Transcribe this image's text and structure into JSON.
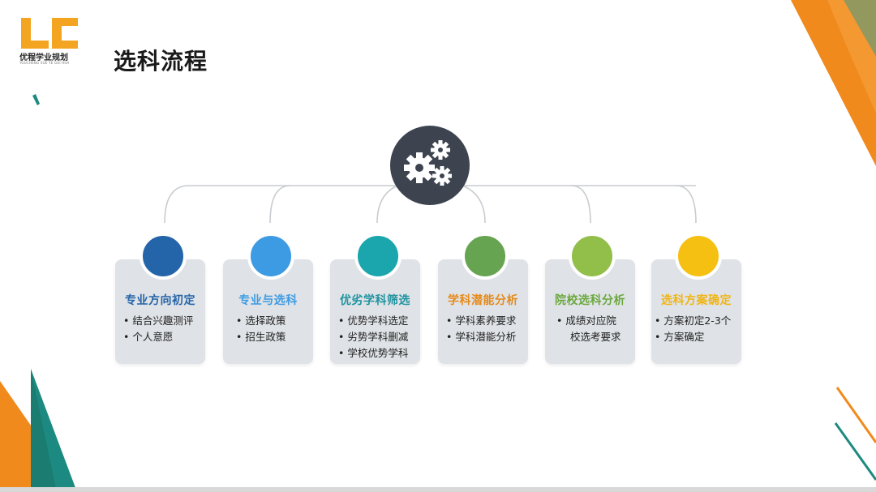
{
  "logo": {
    "mark": "LC",
    "text": "优程学业规划",
    "subtitle": "YOUCHENG XUE YE GUI HUA"
  },
  "title": "选科流程",
  "center_icon": "gears-icon",
  "colors": {
    "step1": "#2464a8",
    "step2": "#3d9be3",
    "step3": "#1ba6ae",
    "step4": "#67a451",
    "step5": "#92be4a",
    "step6": "#f5c012",
    "step3_title": "#1e93a0",
    "step4_title": "#e58a1a",
    "step6_title": "#f0b514",
    "accent_orange": "#f18a1c",
    "accent_teal": "#1c8a80",
    "gear_bg": "#3d4450"
  },
  "steps": [
    {
      "title": "专业方向初定",
      "items": [
        "结合兴趣测评",
        "个人意愿"
      ]
    },
    {
      "title": "专业与选科",
      "items": [
        "选择政策",
        "招生政策"
      ]
    },
    {
      "title": "优劣学科筛选",
      "items": [
        "优势学科选定",
        "劣势学科删减",
        "学校优势学科"
      ]
    },
    {
      "title": "学科潜能分析",
      "items": [
        "学科素养要求",
        "学科潜能分析"
      ]
    },
    {
      "title": "院校选科分析",
      "items": [
        "成绩对应院",
        "校选考要求"
      ]
    },
    {
      "title": "选科方案确定",
      "items": [
        "方案初定2-3个",
        "方案确定"
      ]
    }
  ]
}
